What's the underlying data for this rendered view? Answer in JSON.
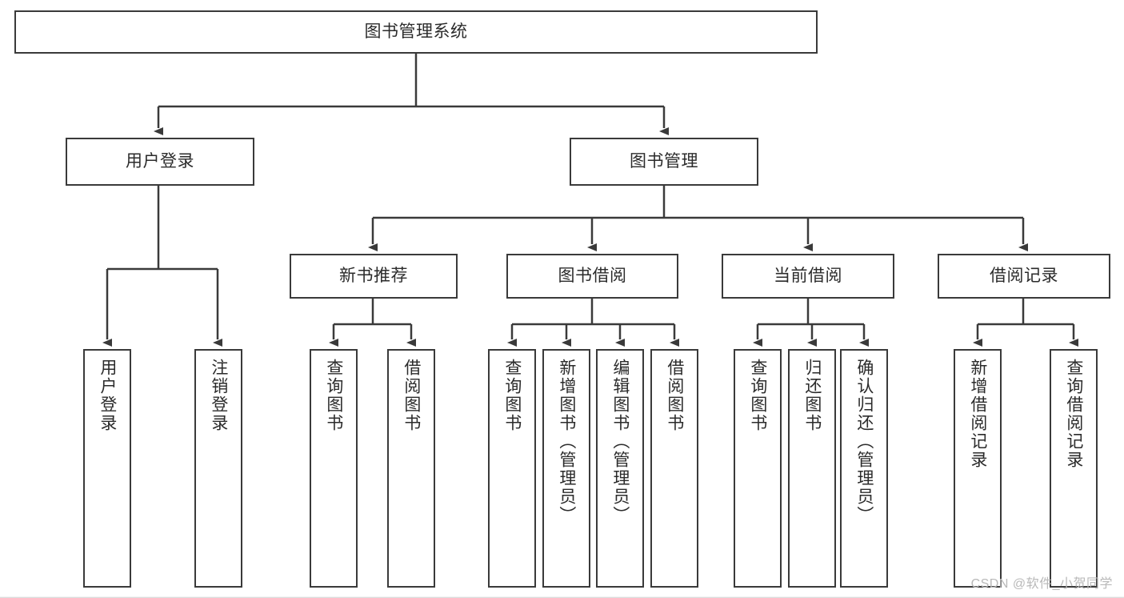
{
  "diagram": {
    "type": "tree",
    "title": "图书管理系统",
    "watermark": "CSDN @软件_小贺同学",
    "colors": {
      "background": "#ffffff",
      "node_fill": "#ffffff",
      "node_stroke": "#3a3a3a",
      "edge_stroke": "#3a3a3a",
      "text": "#2b2b2b",
      "watermark": "#b9b9b9"
    },
    "levels": {
      "root": {
        "label": "图书管理系统"
      },
      "level1": [
        {
          "label": "用户登录"
        },
        {
          "label": "图书管理"
        }
      ],
      "level2": [
        {
          "label": "新书推荐"
        },
        {
          "label": "图书借阅"
        },
        {
          "label": "当前借阅"
        },
        {
          "label": "借阅记录"
        }
      ],
      "leaves": {
        "user_login": [
          {
            "label": "用户登录"
          },
          {
            "label": "注销登录"
          }
        ],
        "new_book_recommend": [
          {
            "label": "查询图书"
          },
          {
            "label": "借阅图书"
          }
        ],
        "book_borrow": [
          {
            "label": "查询图书"
          },
          {
            "label": "新增图书（管理员）"
          },
          {
            "label": "编辑图书（管理员）"
          },
          {
            "label": "借阅图书"
          }
        ],
        "current_borrow": [
          {
            "label": "查询图书"
          },
          {
            "label": "归还图书"
          },
          {
            "label": "确认归还（管理员）"
          }
        ],
        "borrow_record": [
          {
            "label": "新增借阅记录"
          },
          {
            "label": "查询借阅记录"
          }
        ]
      }
    }
  }
}
